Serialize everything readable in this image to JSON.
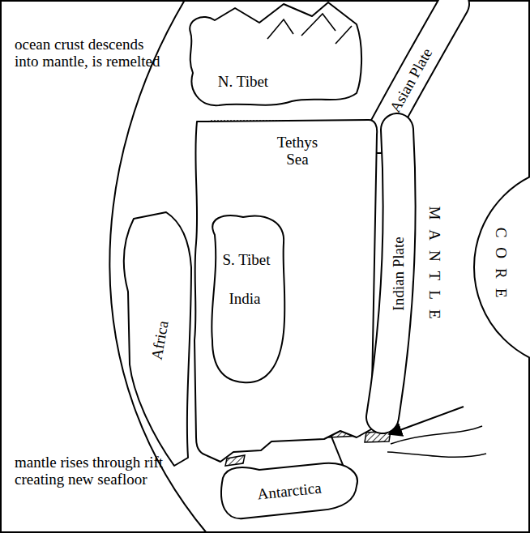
{
  "diagram": {
    "nodes": [
      {
        "text": [
          "N. Tibet"
        ]
      },
      {
        "text": [
          "Asian Plate"
        ]
      },
      {
        "text": [
          "Tethys Sea"
        ]
      },
      {
        "text": [
          "S. Tibet",
          "India"
        ],
        "in": 2
      },
      {
        "text": [
          "Indian Plate"
        ]
      },
      {
        "text": [
          "Africa"
        ]
      },
      {
        "text": [
          "Antarctica"
        ]
      },
      {
        "text": [
          "CORE"
        ]
      }
    ],
    "labels": [
      "ocean crust descends into mantle, is remelted",
      "MANTLE",
      "mantle rises through rift creating new seafloor"
    ]
  }
}
